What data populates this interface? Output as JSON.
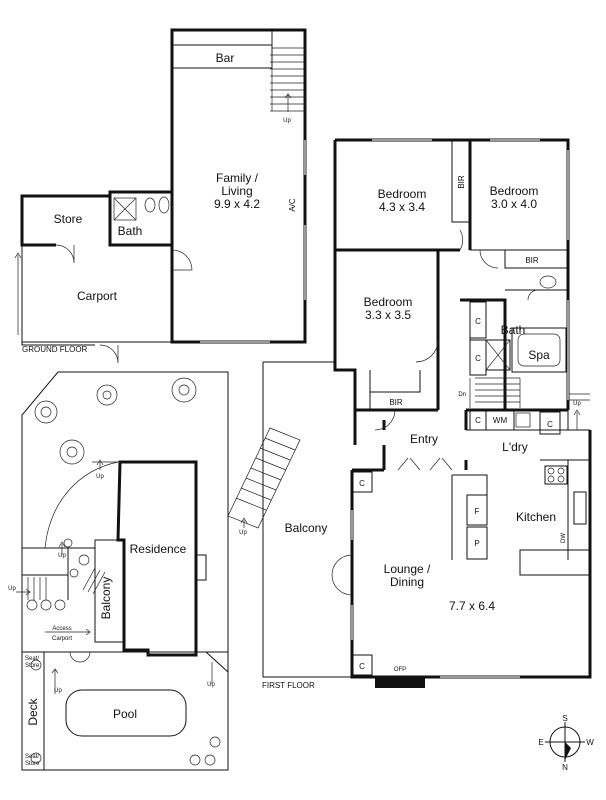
{
  "ground_floor": {
    "label": "GROUND FLOOR",
    "rooms": {
      "bar": "Bar",
      "family_living": "Family /",
      "family_living_2": "Living",
      "family_living_dim": "9.9 x 4.2",
      "ac": "A/C",
      "store": "Store",
      "bath": "Bath",
      "carport": "Carport",
      "stair_up": "Up"
    }
  },
  "first_floor": {
    "label": "FIRST FLOOR",
    "rooms": {
      "bedroom1": "Bedroom",
      "bedroom1_dim": "4.3 x 3.4",
      "bir1": "BIR",
      "bedroom2": "Bedroom",
      "bedroom2_dim": "3.0 x 4.0",
      "bir2": "BIR",
      "bedroom3": "Bedroom",
      "bedroom3_dim": "3.3 x 3.5",
      "bir3": "BIR",
      "bath": "Bath",
      "spa": "Spa",
      "cupboard": "C",
      "dn": "Dn",
      "wm": "WM",
      "entry": "Entry",
      "laundry": "L'dry",
      "up": "Up",
      "kitchen": "Kitchen",
      "dw": "DW",
      "fridge": "F",
      "pantry": "P",
      "balcony": "Balcony",
      "lounge": "Lounge /",
      "dining": "Dining",
      "lounge_dim": "7.7 x 6.4",
      "ofp": "OFP"
    }
  },
  "site": {
    "residence": "Residence",
    "balcony": "Balcony",
    "access": "Access",
    "carport": "Carport",
    "pool": "Pool",
    "deck": "Deck",
    "seat_store": "Seat/",
    "seat_store_2": "Store",
    "up": "Up"
  },
  "compass": {
    "n": "N",
    "s": "S",
    "e": "E",
    "w": "W"
  }
}
